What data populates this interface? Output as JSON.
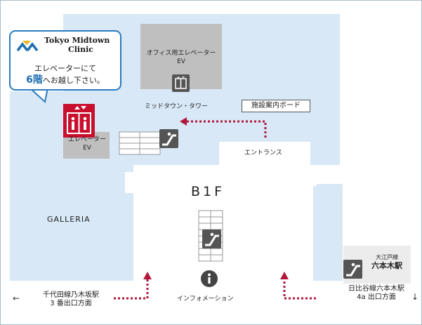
{
  "floor_label": "B1F",
  "callout": {
    "logo_line1": "Tokyo Midtown",
    "logo_line2": "Clinic",
    "msg_line1": "エレベーターにて",
    "msg_floor": "6階",
    "msg_rest": "へお越し下さい。"
  },
  "labels": {
    "office_elevator_1": "オフィス用エレベーター",
    "office_elevator_2": "EV",
    "midtown_tower": "ミッドタウン・タワー",
    "facility_board": "施設案内ボード",
    "elevator_1": "エレベーター",
    "elevator_2": "EV",
    "entrance": "エントランス",
    "galleria": "GALLERIA",
    "information": "インフォメーション"
  },
  "stations": {
    "left_line1": "千代田線乃木坂駅",
    "left_line2": "3 番出口方面",
    "right_top_small": "大江戸線",
    "right_top_big": "六本木駅",
    "right_bottom_line1": "日比谷線六本木駅",
    "right_bottom_line2": "4a 出口方面"
  },
  "arrows": {
    "left": "←",
    "down": "↓"
  },
  "colors": {
    "floor_blue": "#d8e8f7",
    "clinic_red": "#c8102e",
    "route_red": "#b0173a",
    "callout_border": "#2b7bbf",
    "logo_blue": "#1e6fb3",
    "logo_yellow": "#e8b51d"
  },
  "icons": [
    "tokyo-midtown-logo-icon",
    "elevator-icon",
    "escalator-icon",
    "information-icon"
  ]
}
